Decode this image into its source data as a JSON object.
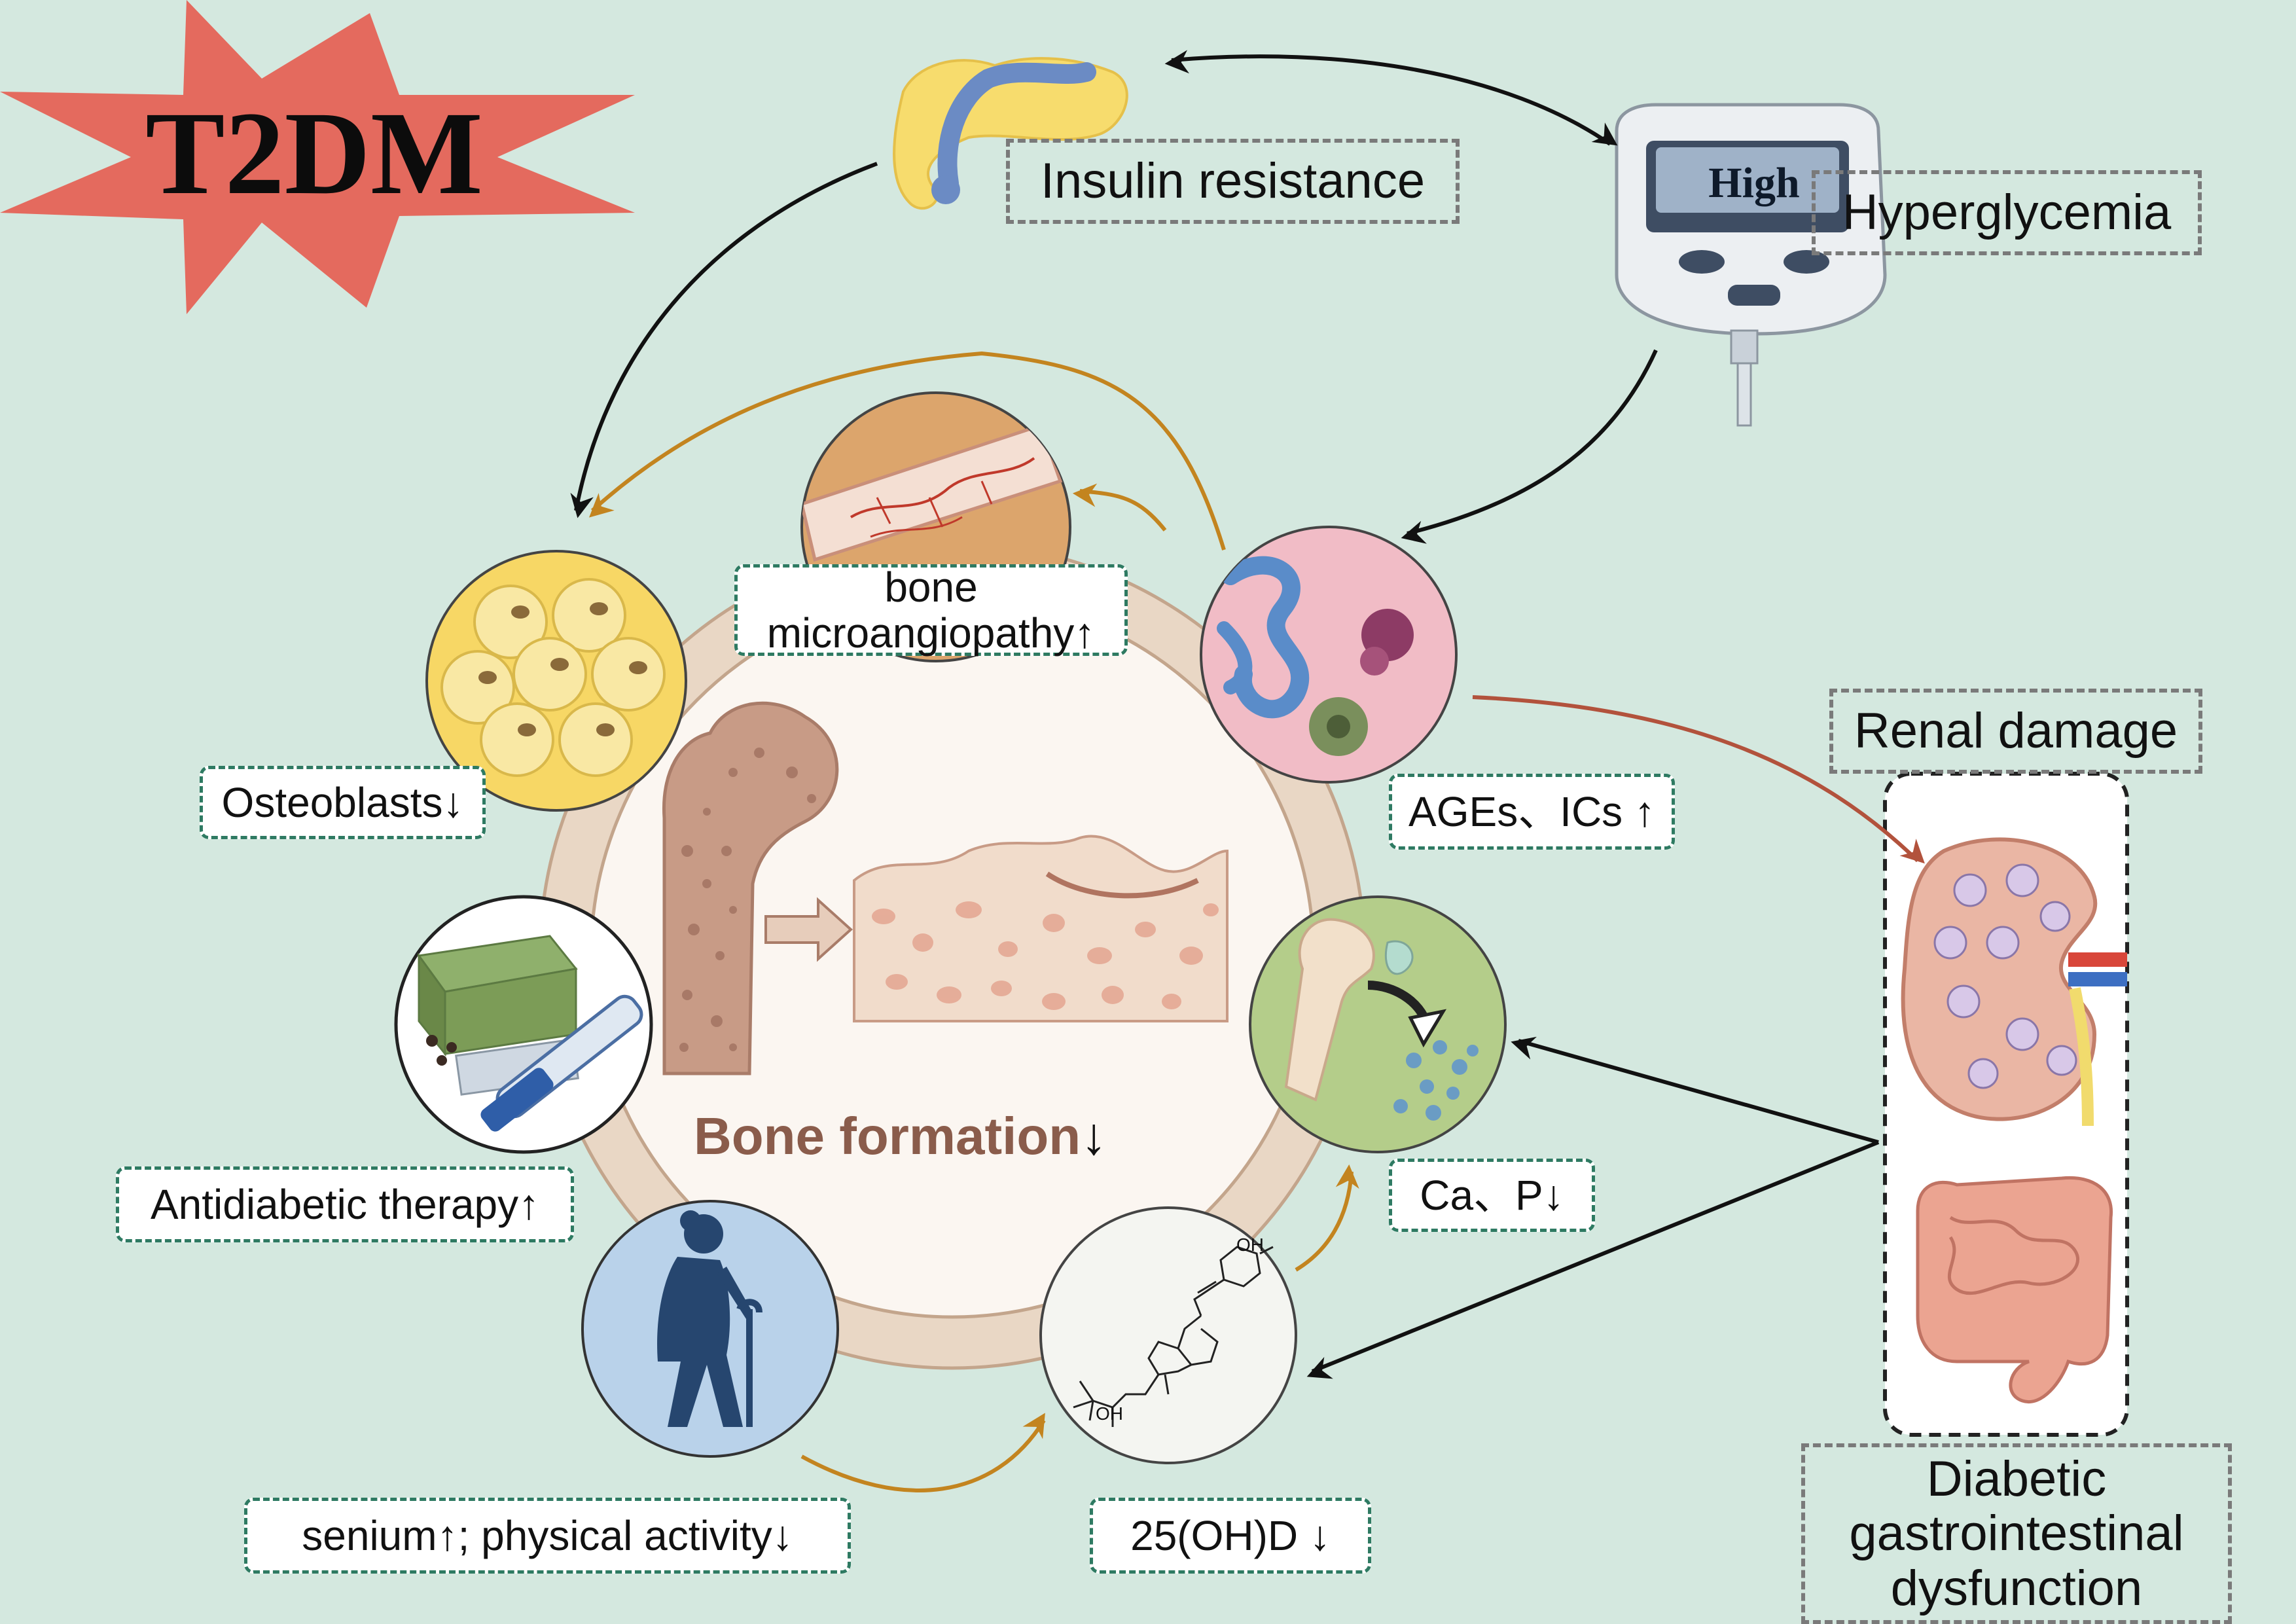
{
  "title": "T2DM",
  "top": {
    "insulin_resistance": "Insulin resistance",
    "hyperglycemia": "Hyperglycemia",
    "glucose_meter_readout": "High"
  },
  "center": {
    "label": "Bone formation",
    "arrow": "↓"
  },
  "ring": {
    "microangiopathy_line1": "bone",
    "microangiopathy_line2": "microangiopathy↑",
    "osteoblasts": "Osteoblasts↓",
    "ages_ics": "AGEs、ICs ↑",
    "antidiabetic_therapy": "Antidiabetic therapy↑",
    "ca_p": "Ca、P↓",
    "senium_activity": "senium↑;  physical activity↓",
    "vitamin_d": "25(OH)D ↓",
    "vitd_oh_top": "OH",
    "vitd_oh_bottom": "OH"
  },
  "right": {
    "renal_damage": "Renal damage",
    "gi_line1": "Diabetic",
    "gi_line2": "gastrointestinal",
    "gi_line3": "dysfunction"
  },
  "colors": {
    "background": "#d4e8df",
    "star": "#e46a5e",
    "arrow_black": "#111111",
    "arrow_gold": "#c3841f",
    "arrow_red": "#b2523c",
    "label_border": "#2e7a62",
    "center_text": "#8a5c4b"
  },
  "icons": [
    "pancreas-icon",
    "glucose-meter-icon",
    "adipocyte-icon",
    "microvessel-icon",
    "ages-cell-icon",
    "femur-icon",
    "bone-tissue-icon",
    "medication-icon",
    "calcium-loss-icon",
    "elderly-person-icon",
    "vitamin-d-structure-icon",
    "kidney-icon",
    "intestine-icon"
  ]
}
